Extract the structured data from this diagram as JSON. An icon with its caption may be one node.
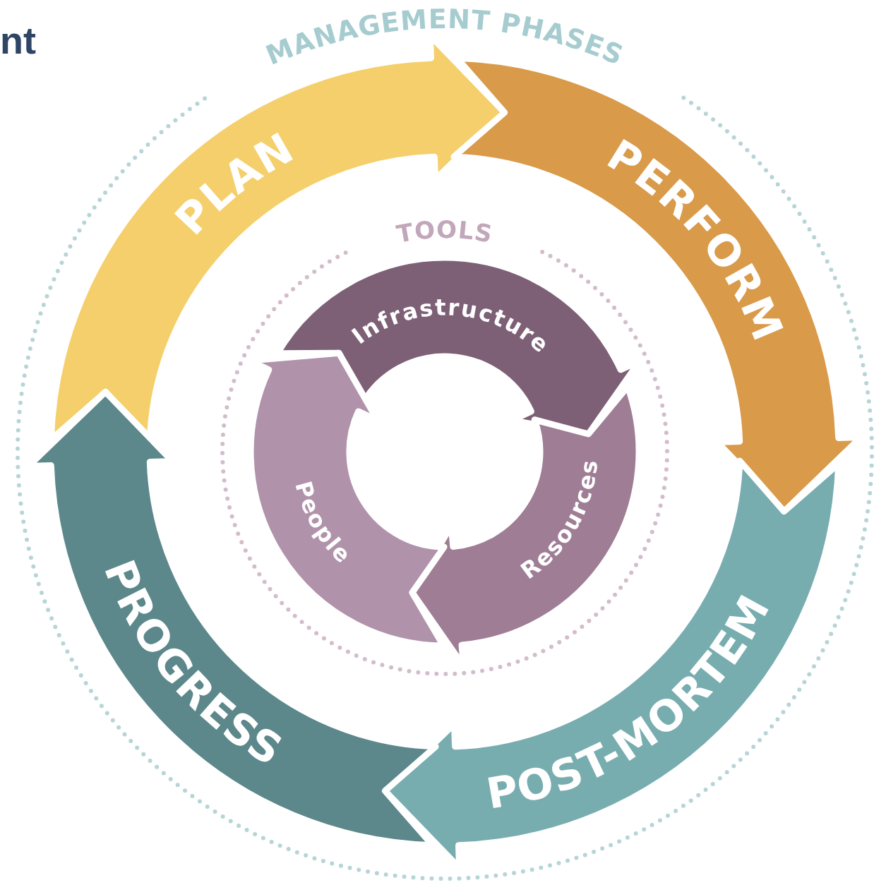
{
  "diagram": {
    "nodes": [
      {
        "text": [
          "MANAGEMENT PHASES"
        ]
      },
      {
        "text": [
          "PLAN"
        ],
        "in": 0
      },
      {
        "text": [
          "PERFORM"
        ],
        "in": 0
      },
      {
        "text": [
          "POST-MORTEM"
        ],
        "in": 0
      },
      {
        "text": [
          "PROGRESS"
        ],
        "in": 0
      },
      {
        "text": [
          "TOOLS"
        ],
        "in": 0
      },
      {
        "text": [
          "Infrastructure"
        ],
        "in": 5
      },
      {
        "text": [
          "Resources"
        ],
        "in": 5
      },
      {
        "text": [
          "People"
        ],
        "in": 5
      }
    ],
    "labels": [
      "nt"
    ]
  }
}
